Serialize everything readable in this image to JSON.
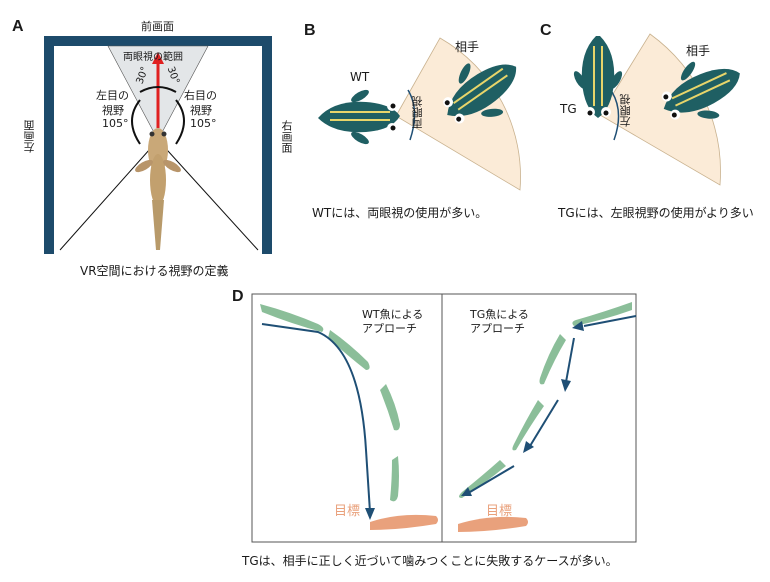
{
  "panel_a": {
    "letter": "A",
    "front_screen": "前画面",
    "left_screen": "左画面",
    "right_screen": "右画面",
    "binocular_range": "両眼視の範囲",
    "angle_left": "30°",
    "angle_right": "30°",
    "left_eye_field": [
      "左目の",
      "視野",
      "105°"
    ],
    "right_eye_field": [
      "右目の",
      "視野",
      "105°"
    ],
    "caption": "VR空間における視野の定義"
  },
  "panel_b": {
    "letter": "B",
    "fish_label": "WT",
    "partner_label": "相手",
    "zone_label": "両眼視",
    "caption": "WTには、両眼視の使用が多い。"
  },
  "panel_c": {
    "letter": "C",
    "fish_label": "TG",
    "partner_label": "相手",
    "zone_label": "左眼視",
    "caption": "TGには、左眼視野の使用がより多い"
  },
  "panel_d": {
    "letter": "D",
    "wt_title": [
      "WT魚による",
      "アプローチ"
    ],
    "tg_title": [
      "TG魚による",
      "アプローチ"
    ],
    "target_left": "目標",
    "target_right": "目標",
    "caption": "TGは、相手に正しく近づいて噛みつくことに失敗するケースが多い。"
  },
  "colors": {
    "screen_blue": "#1d4b6b",
    "fish_teal": "#1f5f63",
    "fish_yellow": "#e8d56a",
    "cone_fill": "#fbebd7",
    "path_green": "#7fb88f",
    "target_orange": "#e9a17c",
    "arrow_blue": "#1f4f75",
    "red_arrow": "#e02020"
  }
}
